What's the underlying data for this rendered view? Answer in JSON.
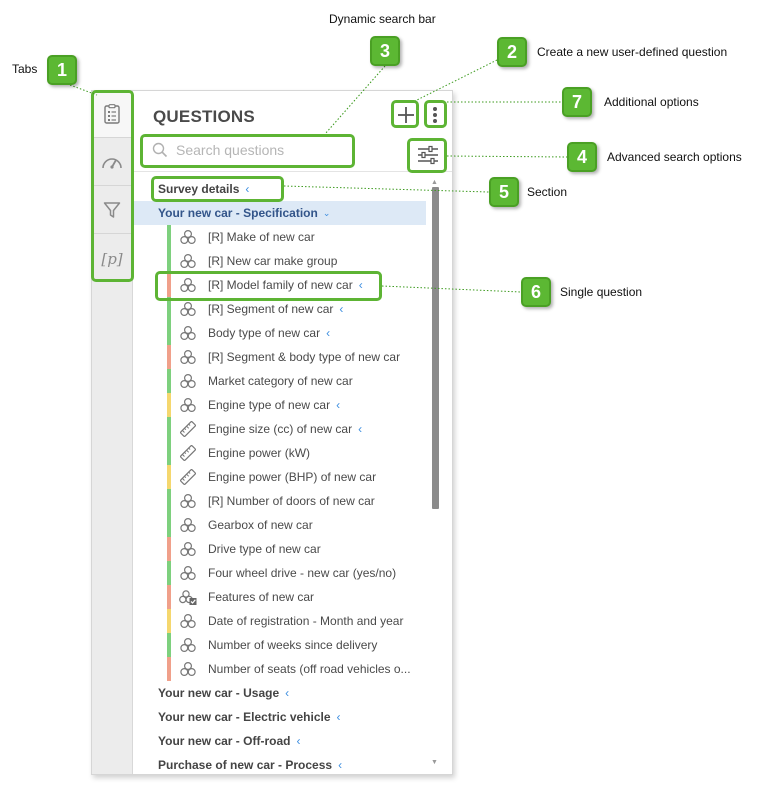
{
  "panel": {
    "title": "QUESTIONS",
    "search": {
      "placeholder": "Search questions",
      "value": ""
    },
    "tabs": [
      {
        "name": "questions",
        "icon": "clipboard-list-icon",
        "active": true
      },
      {
        "name": "dashboard",
        "icon": "gauge-icon",
        "active": false
      },
      {
        "name": "filter",
        "icon": "filter-icon",
        "active": false
      },
      {
        "name": "parameters",
        "icon": "bracket-p-icon",
        "label": "[p]",
        "active": false
      }
    ],
    "actions": {
      "add_icon": "plus-icon",
      "more_icon": "vertical-dots-icon",
      "advanced_icon": "sliders-icon"
    }
  },
  "list": [
    {
      "kind": "section",
      "label": "Survey details",
      "chevron": "‹",
      "open": false
    },
    {
      "kind": "section",
      "label": "Your new car - Specification",
      "chevron": "⌄",
      "open": true
    },
    {
      "kind": "q",
      "label": "[R] Make of new car",
      "icon": "circles",
      "bar": "#7ed07e"
    },
    {
      "kind": "q",
      "label": "[R] New car make group",
      "icon": "circles",
      "bar": "#7ed07e"
    },
    {
      "kind": "q",
      "label": "[R] Model family of new car",
      "icon": "circles",
      "bar": "#f0a08a",
      "chevron": "‹"
    },
    {
      "kind": "q",
      "label": "[R] Segment of new car",
      "icon": "circles",
      "bar": "#7ed07e",
      "chevron": "‹"
    },
    {
      "kind": "q",
      "label": "Body type of new car",
      "icon": "circles",
      "bar": "#7ed07e",
      "chevron": "‹"
    },
    {
      "kind": "q",
      "label": "[R] Segment & body type of new car",
      "icon": "circles",
      "bar": "#f0a08a"
    },
    {
      "kind": "q",
      "label": "Market category of new car",
      "icon": "circles",
      "bar": "#7ed07e"
    },
    {
      "kind": "q",
      "label": "Engine type of new car",
      "icon": "circles",
      "bar": "#f5d76e",
      "chevron": "‹"
    },
    {
      "kind": "q",
      "label": "Engine size (cc) of new car",
      "icon": "ruler",
      "bar": "#7ed07e",
      "chevron": "‹"
    },
    {
      "kind": "q",
      "label": "Engine power (kW)",
      "icon": "ruler",
      "bar": "#7ed07e"
    },
    {
      "kind": "q",
      "label": "Engine power (BHP) of new car",
      "icon": "ruler",
      "bar": "#f5d76e"
    },
    {
      "kind": "q",
      "label": "[R] Number of doors of new car",
      "icon": "circles",
      "bar": "#7ed07e"
    },
    {
      "kind": "q",
      "label": "Gearbox of new car",
      "icon": "circles",
      "bar": "#7ed07e"
    },
    {
      "kind": "q",
      "label": "Drive type of new car",
      "icon": "circles",
      "bar": "#f0a08a"
    },
    {
      "kind": "q",
      "label": "Four wheel drive - new car (yes/no)",
      "icon": "circles",
      "bar": "#7ed07e"
    },
    {
      "kind": "q",
      "label": "Features of new car",
      "icon": "circles-check",
      "bar": "#f0a08a"
    },
    {
      "kind": "q",
      "label": "Date of registration - Month and year",
      "icon": "circles",
      "bar": "#f5d76e"
    },
    {
      "kind": "q",
      "label": "Number of weeks since delivery",
      "icon": "circles",
      "bar": "#7ed07e"
    },
    {
      "kind": "q",
      "label": "Number of seats (off road vehicles o...",
      "icon": "circles",
      "bar": "#f0a08a"
    },
    {
      "kind": "section",
      "label": "Your new car - Usage",
      "chevron": "‹",
      "open": false
    },
    {
      "kind": "section",
      "label": "Your new car - Electric vehicle",
      "chevron": "‹",
      "open": false
    },
    {
      "kind": "section",
      "label": "Your new car - Off-road",
      "chevron": "‹",
      "open": false
    },
    {
      "kind": "section",
      "label": "Purchase of new car - Process",
      "chevron": "‹",
      "open": false
    }
  ],
  "annotations": {
    "tabs": {
      "num": "1",
      "label": "Tabs"
    },
    "new_question": {
      "num": "2",
      "label": "Create a new user-defined question"
    },
    "search_bar": {
      "num": "3",
      "label": "Dynamic search bar"
    },
    "advanced": {
      "num": "4",
      "label": "Advanced search options"
    },
    "section": {
      "num": "5",
      "label": "Section"
    },
    "single_question": {
      "num": "6",
      "label": "Single question"
    },
    "more": {
      "num": "7",
      "label": "Additional options"
    }
  },
  "colors": {
    "accent_green": "#5cb833",
    "chevron_blue": "#3d8ee0",
    "selected_section_bg": "#dde9f6"
  }
}
